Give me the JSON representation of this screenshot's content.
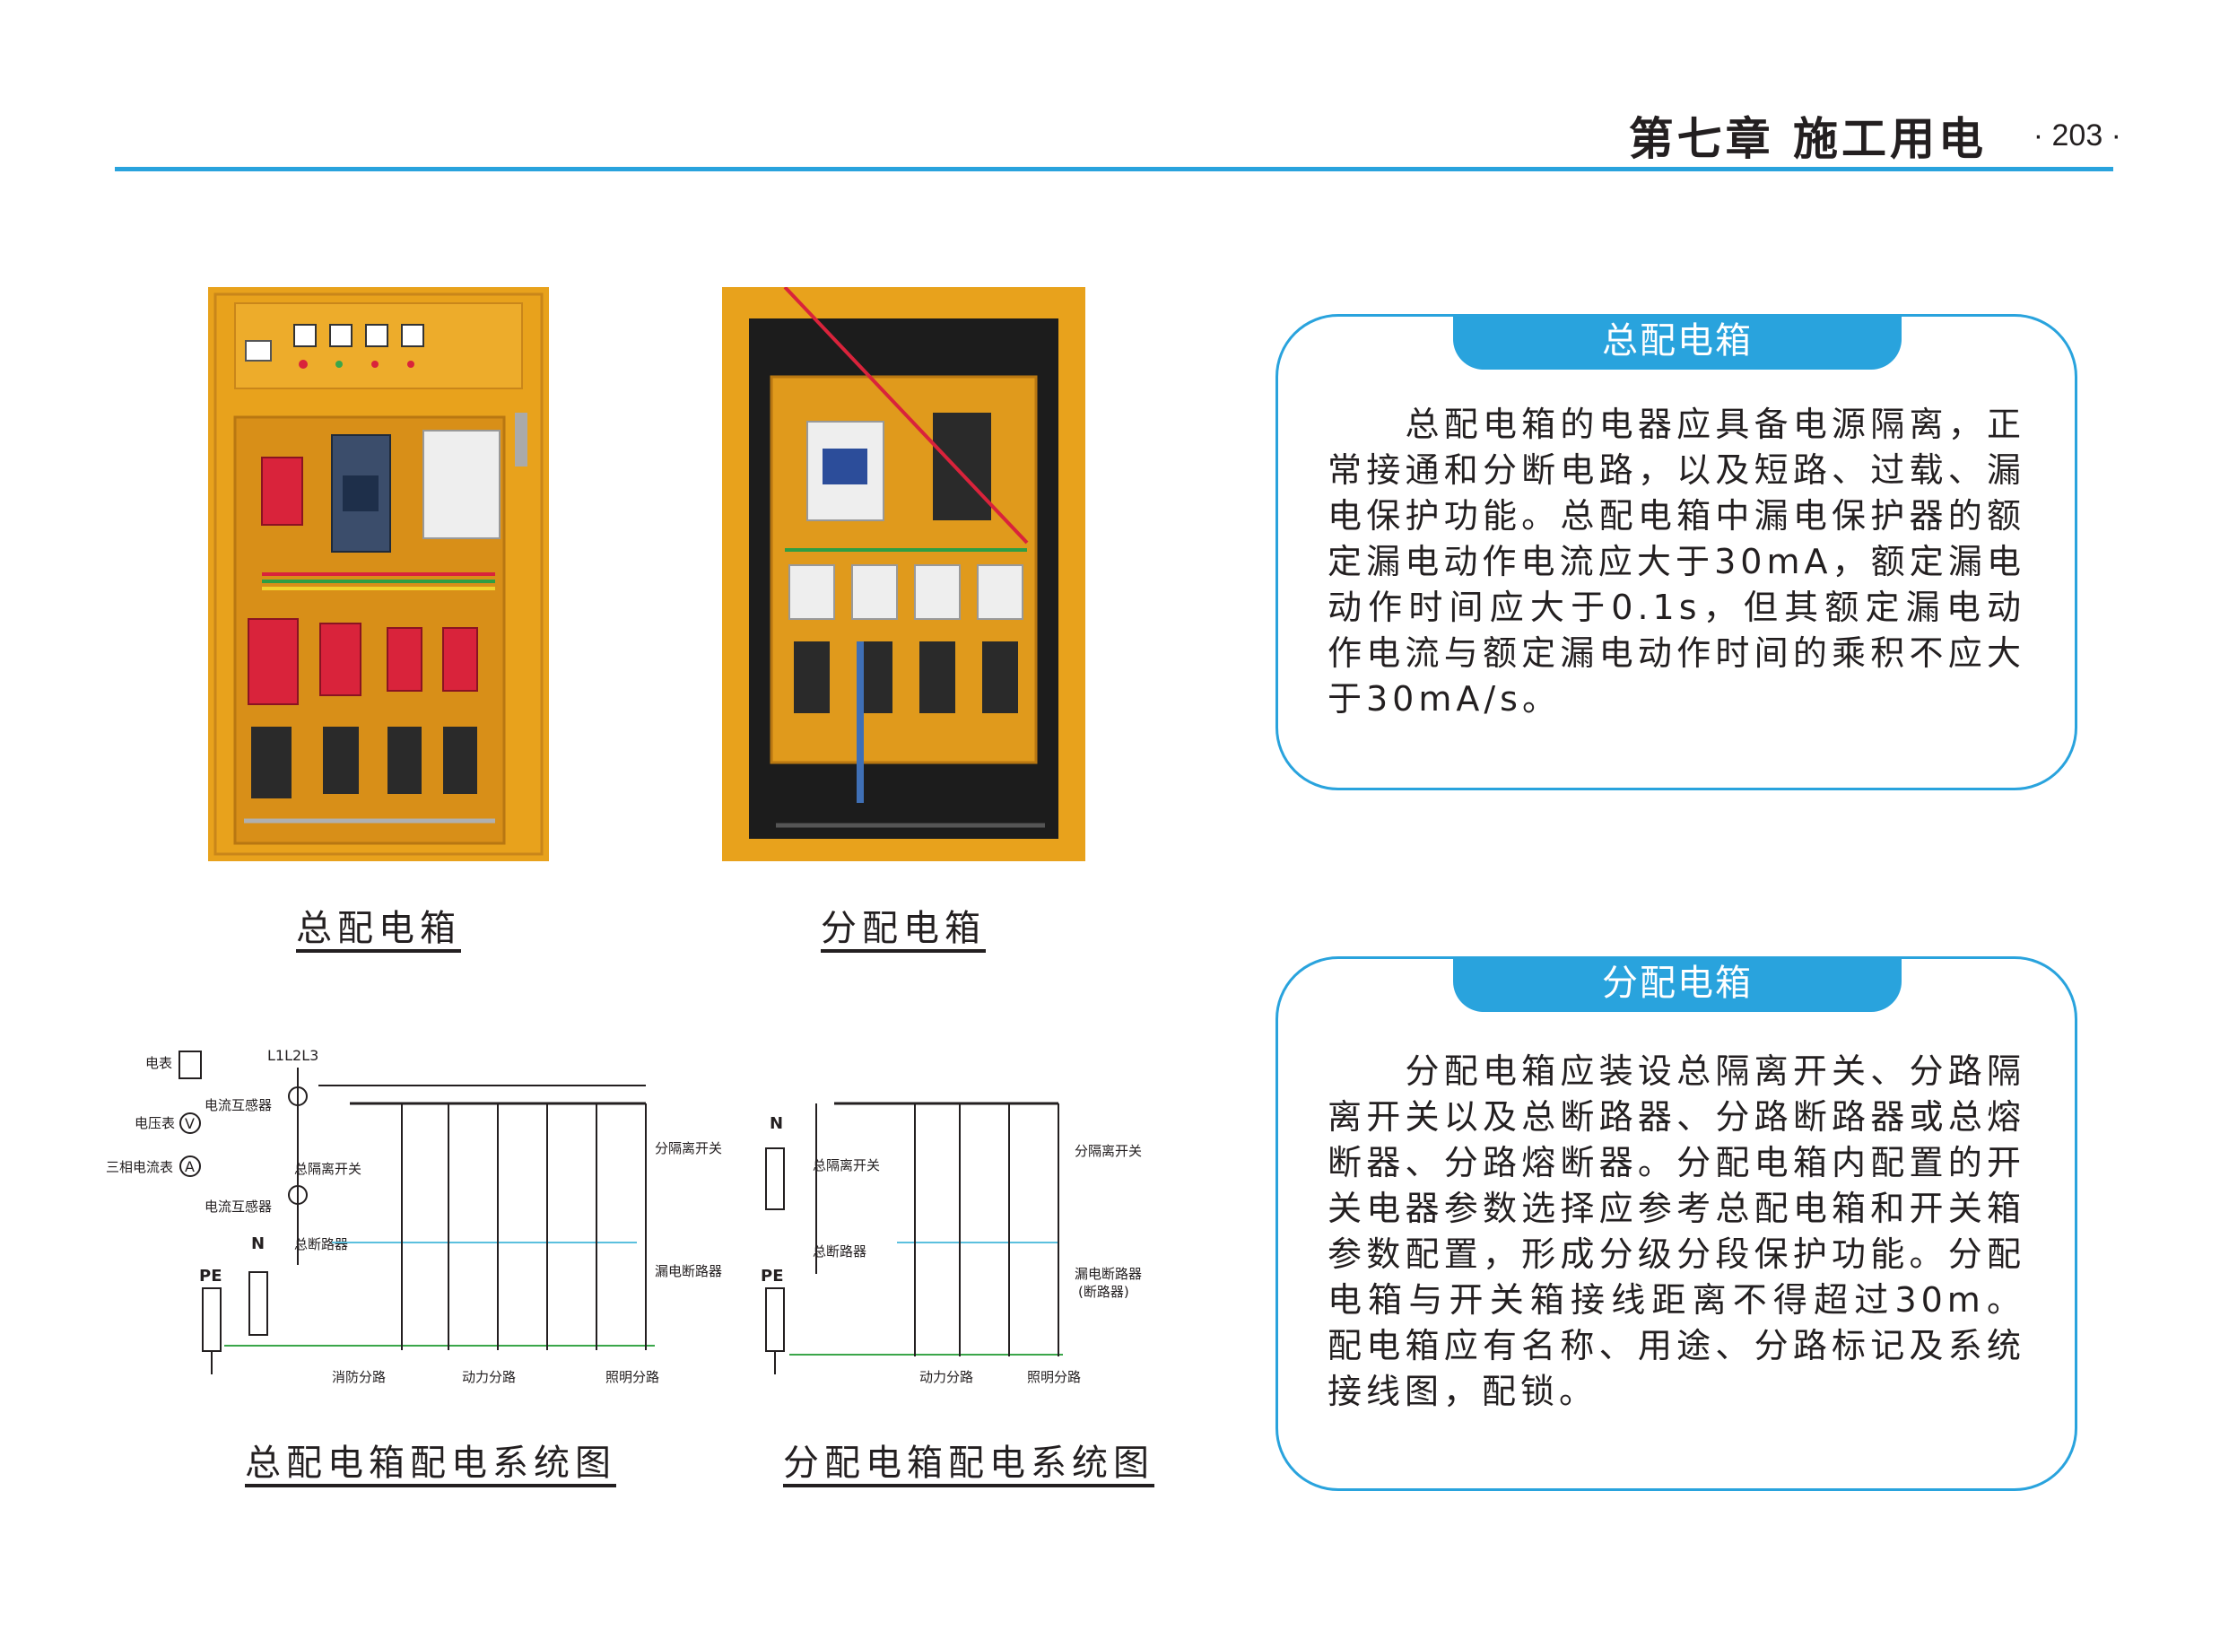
{
  "header": {
    "chapter_title": "第七章  施工用电",
    "page_number": "· 203 ·"
  },
  "captions": {
    "main_box_photo": "总配电箱",
    "sub_box_photo": "分配电箱",
    "main_box_diagram": "总配电箱配电系统图",
    "sub_box_diagram": "分配电箱配电系统图"
  },
  "main_diagram_labels": {
    "meter": "电表",
    "phases": "L1L2L3",
    "voltmeter": "电压表",
    "voltmeter_symbol": "V",
    "ammeter": "三相电流表",
    "ammeter_symbol": "A",
    "ct_top": "电流互感器",
    "ct_bottom": "电流互感器",
    "main_isolator": "总隔离开关",
    "main_breaker": "总断路器",
    "neutral": "N",
    "pe": "PE",
    "branch_isolator": "分隔离开关",
    "rcd": "漏电断路器",
    "fire_branch": "消防分路",
    "power_branch": "动力分路",
    "lighting_branch": "照明分路"
  },
  "sub_diagram_labels": {
    "neutral": "N",
    "pe": "PE",
    "main_isolator": "总隔离开关",
    "main_breaker": "总断路器",
    "branch_isolator": "分隔离开关",
    "rcd": "漏电断路器",
    "rcd_alt": "(断路器)",
    "power_branch": "动力分路",
    "lighting_branch": "照明分路"
  },
  "panels": [
    {
      "title": "总配电箱",
      "body": "　　总配电箱的电器应具备电源隔离，正常接通和分断电路，以及短路、过载、漏电保护功能。总配电箱中漏电保护器的额定漏电动作电流应大于30mA，额定漏电动作时间应大于0.1s，但其额定漏电动作电流与额定漏电动作时间的乘积不应大于30mA/s。"
    },
    {
      "title": "分配电箱",
      "body": "　　分配电箱应装设总隔离开关、分路隔离开关以及总断路器、分路断路器或总熔断器、分路熔断器。分配电箱内配置的开关电器参数选择应参考总配电箱和开关箱参数配置，形成分级分段保护功能。分配电箱与开关箱接线距离不得超过30m。配电箱应有名称、用途、分路标记及系统接线图，配锁。"
    }
  ],
  "colors": {
    "accent": "#29a3dd",
    "cabinet": "#e8a21c",
    "cabinet_dark": "#c9861a",
    "breaker_red": "#d9233b"
  }
}
